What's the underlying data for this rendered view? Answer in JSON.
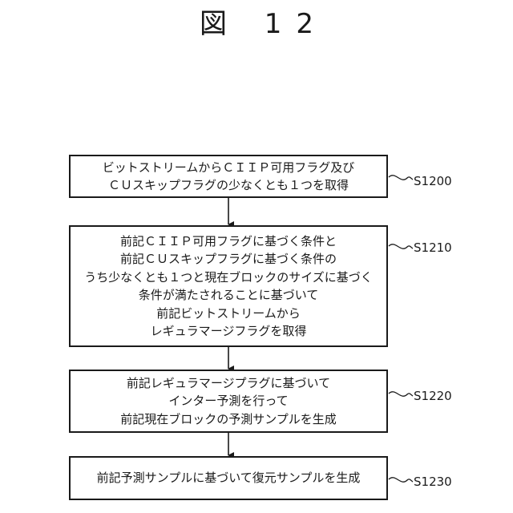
{
  "figure": {
    "title": "図 12"
  },
  "steps": [
    {
      "id": "S1200",
      "lines": [
        "ビットストリームからＣＩＩＰ可用フラグ及び",
        "ＣＵスキップフラグの少なくとも１つを取得"
      ]
    },
    {
      "id": "S1210",
      "lines": [
        "前記ＣＩＩＰ可用フラグに基づく条件と",
        "前記ＣＵスキップフラグに基づく条件の",
        "うち少なくとも１つと現在ブロックのサイズに基づく",
        "条件が満たされることに基づいて",
        "前記ビットストリームから",
        "レギュラマージフラグを取得"
      ]
    },
    {
      "id": "S1220",
      "lines": [
        "前記レギュラマージプラグに基づいて",
        "インター予測を行って",
        "前記現在ブロックの予測サンプルを生成"
      ]
    },
    {
      "id": "S1230",
      "lines": [
        "前記予測サンプルに基づいて復元サンプルを生成"
      ]
    }
  ]
}
